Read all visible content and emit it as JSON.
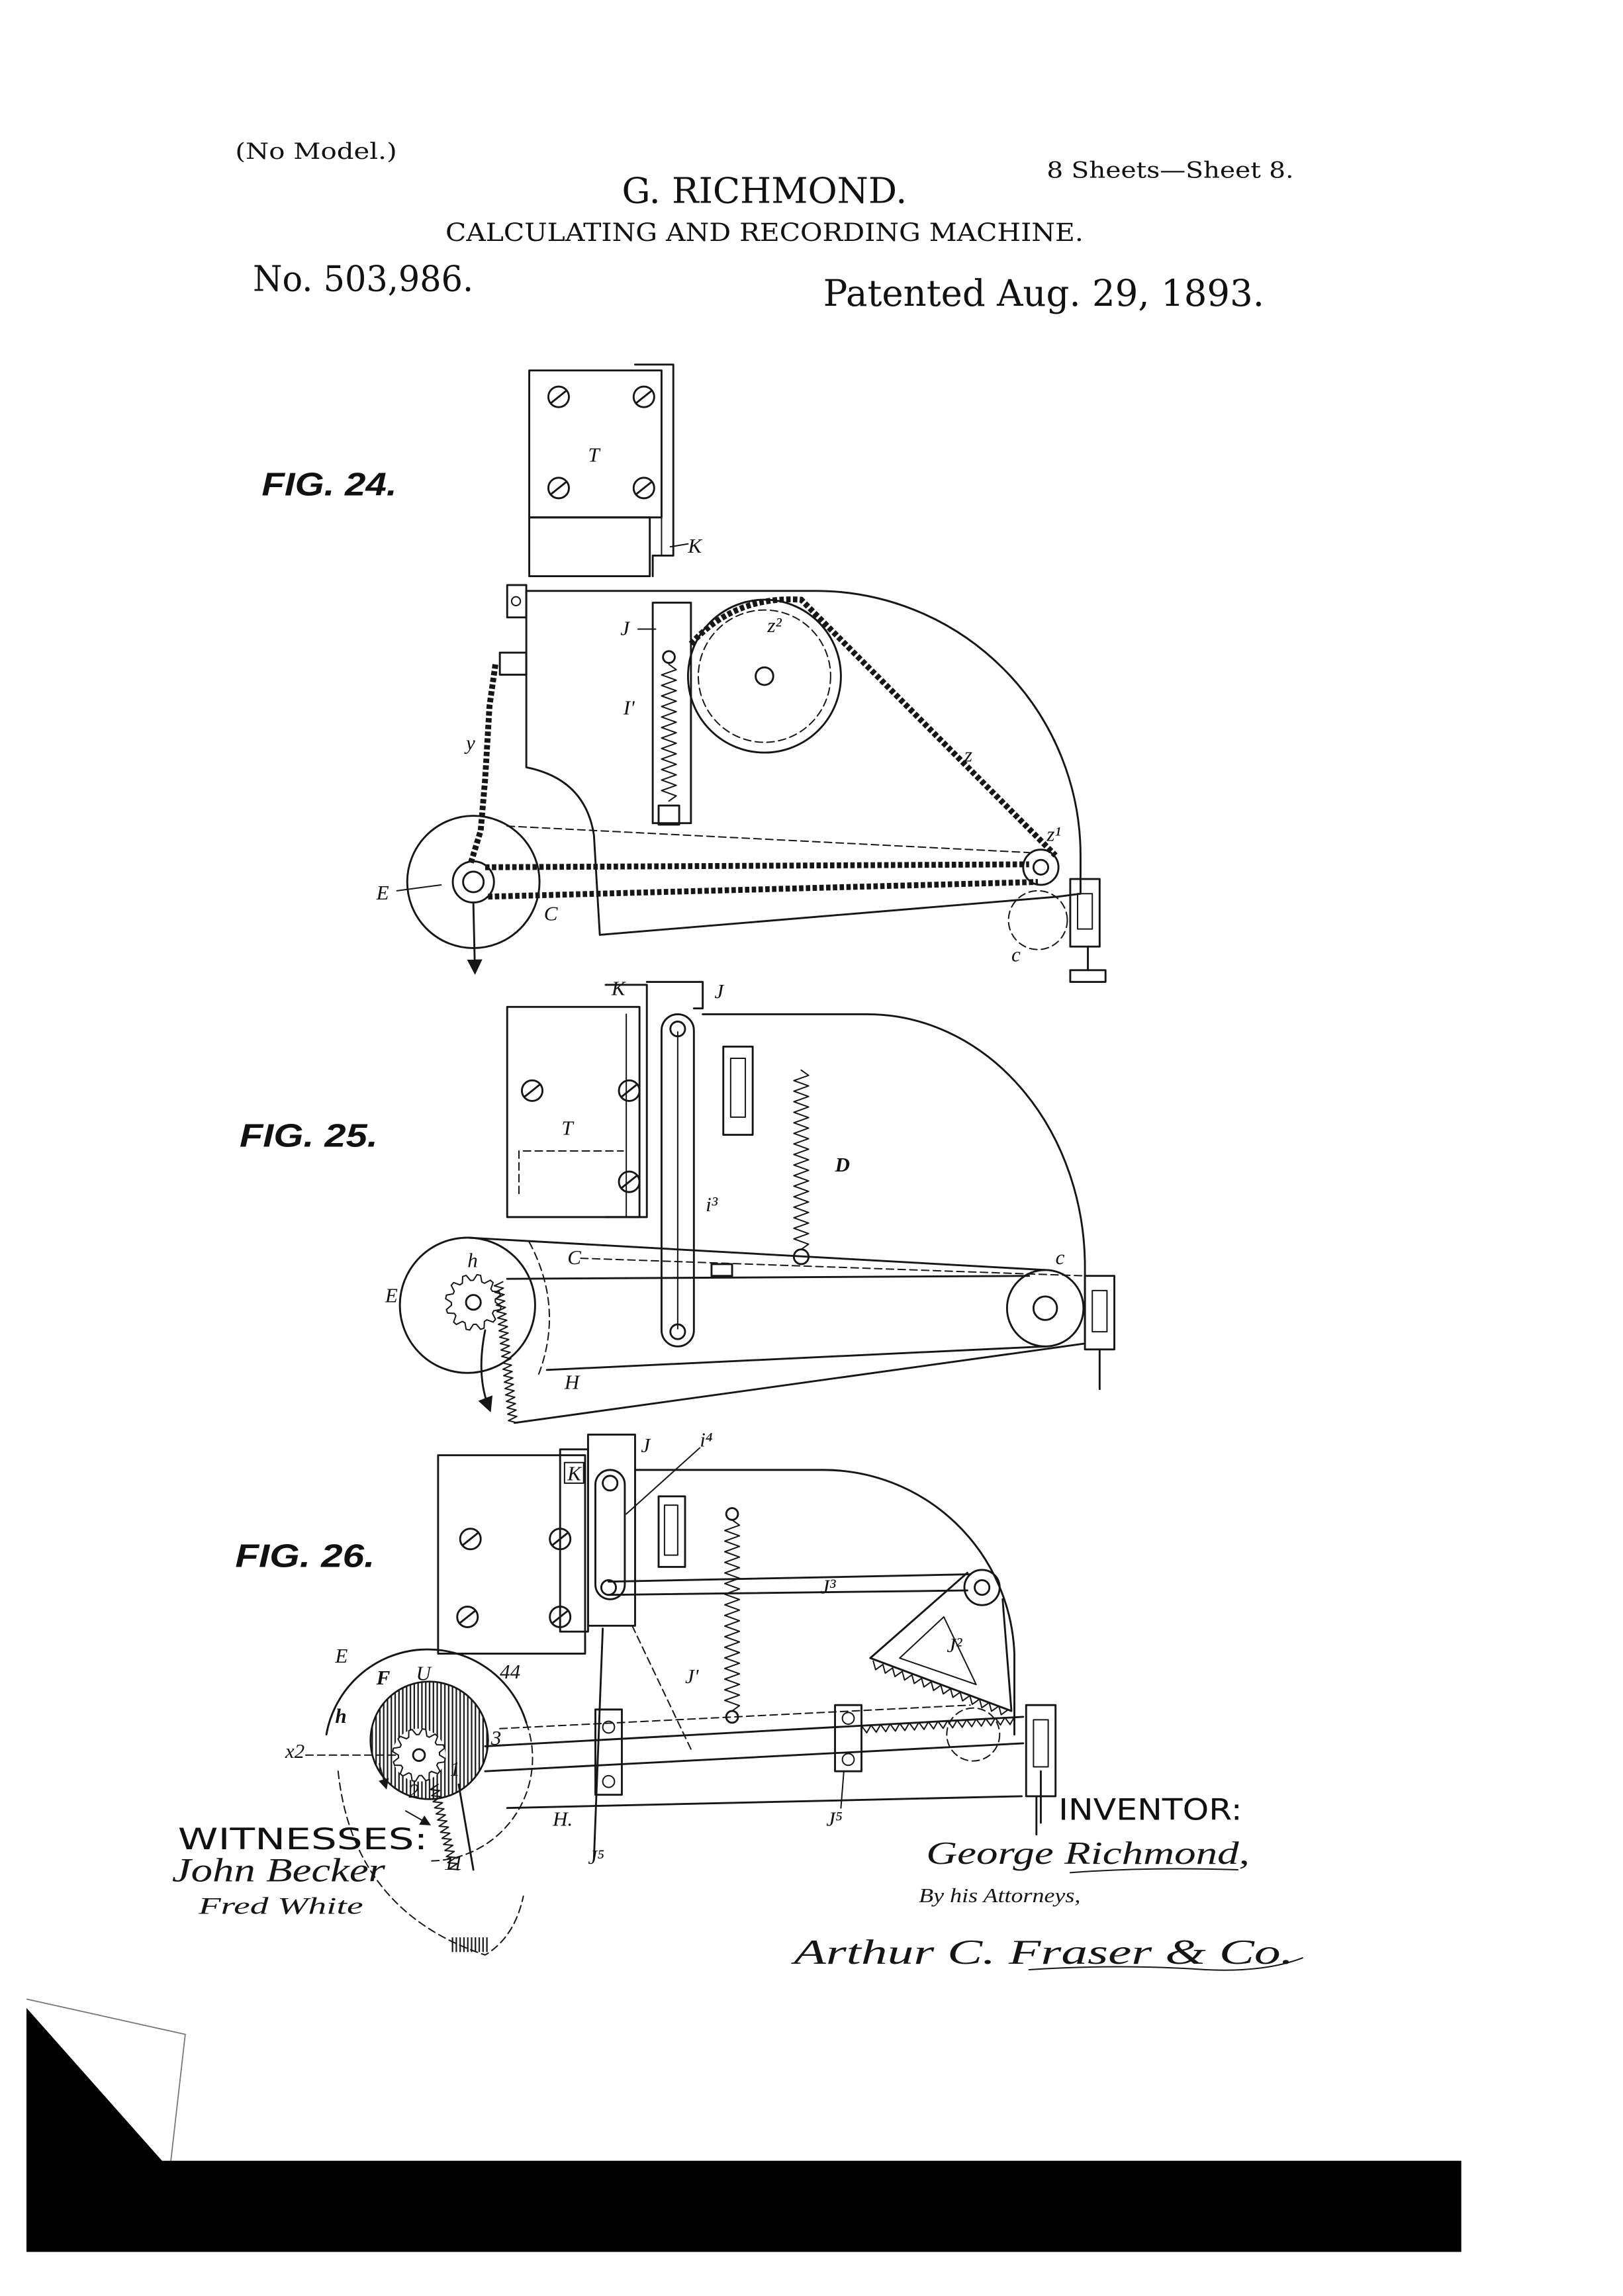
{
  "header": {
    "no_model": "(No Model.)",
    "sheets": "8 Sheets—Sheet 8.",
    "inventor_name": "G. RICHMOND.",
    "title": "CALCULATING AND RECORDING MACHINE.",
    "patent_no": "No. 503,986.",
    "patented": "Patented Aug. 29, 1893."
  },
  "fig24": {
    "title": "FIG. 24.",
    "refs": [
      "T",
      "K",
      "J",
      "z²",
      "I'",
      "y",
      "z",
      "z¹",
      "E",
      "C",
      "c"
    ]
  },
  "fig25": {
    "title": "FIG. 25.",
    "refs": [
      "K",
      "J",
      "T",
      "i³",
      "D",
      "C",
      "c",
      "h",
      "E",
      "H"
    ]
  },
  "fig26": {
    "title": "FIG. 26.",
    "refs": [
      "K",
      "J",
      "i⁴",
      "J³",
      "J²",
      "J'",
      "E",
      "F",
      "U",
      "h",
      "44",
      "3",
      "x2",
      "1",
      "2",
      "11",
      "H.",
      "J⁵",
      "J⁵"
    ]
  },
  "footer": {
    "witnesses_label": "WITNESSES:",
    "witness_1": "John Becker",
    "witness_2": "Fred White",
    "inventor_label": "INVENTOR:",
    "inventor_signature": "George Richmond,",
    "by_attorneys": "By his Attorneys,",
    "attorney_signature": "Arthur C. Fraser & Co."
  },
  "colors": {
    "ink": "#161616",
    "paper": "#ffffff",
    "scan_border": "#000000"
  }
}
